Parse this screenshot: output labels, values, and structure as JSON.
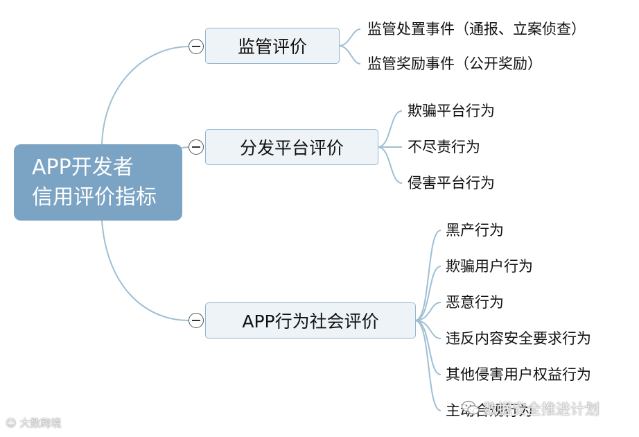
{
  "root": {
    "line1": "APP开发者",
    "line2": "信用评价指标"
  },
  "branches": [
    {
      "label": "监管评价",
      "leaves": [
        "监管处置事件（通报、立案侦查）",
        "监管奖励事件（公开奖励）"
      ]
    },
    {
      "label": "分发平台评价",
      "leaves": [
        "欺骗平台行为",
        "不尽责行为",
        "侵害平台行为"
      ]
    },
    {
      "label": "APP行为社会评价",
      "leaves": [
        "黑产行为",
        "欺骗用户行为",
        "恶意行为",
        "违反内容安全要求行为",
        "其他侵害用户权益行为",
        "主动合规行为"
      ]
    }
  ],
  "watermarks": {
    "right": "数据安全推进计划",
    "left": "大数跨境"
  },
  "colors": {
    "root_fill": "#7ba3c3",
    "node_fill": "#eef3f7",
    "node_border": "#93b6cf",
    "connector": "#9fbfd3"
  }
}
